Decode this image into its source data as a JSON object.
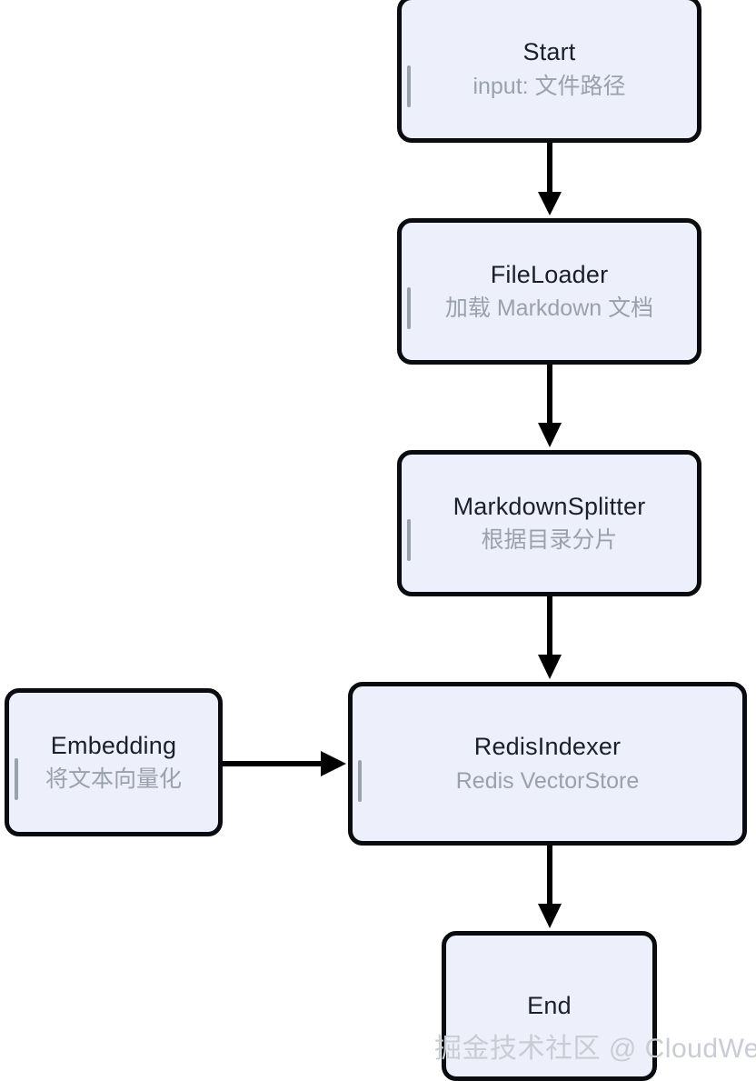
{
  "diagram": {
    "type": "flowchart",
    "direction": "top-to-bottom",
    "background_color": "#ffffff",
    "node_fill_color": "#edf0fa",
    "node_border_color": "#0b0c10",
    "subtitle_color": "#9aa1ab",
    "title_color": "#1b1f2a",
    "nodes": [
      {
        "id": "start",
        "title": "Start",
        "subtitle": "input: 文件路径"
      },
      {
        "id": "file-loader",
        "title": "FileLoader",
        "subtitle": "加载 Markdown 文档"
      },
      {
        "id": "markdown-splitter",
        "title": "MarkdownSplitter",
        "subtitle": "根据目录分片"
      },
      {
        "id": "embedding",
        "title": "Embedding",
        "subtitle": "将文本向量化"
      },
      {
        "id": "redis-indexer",
        "title": "RedisIndexer",
        "subtitle": "Redis VectorStore"
      },
      {
        "id": "end",
        "title": "End",
        "subtitle": ""
      }
    ],
    "edges": [
      {
        "from": "start",
        "to": "file-loader",
        "orientation": "vertical"
      },
      {
        "from": "file-loader",
        "to": "markdown-splitter",
        "orientation": "vertical"
      },
      {
        "from": "markdown-splitter",
        "to": "redis-indexer",
        "orientation": "vertical"
      },
      {
        "from": "embedding",
        "to": "redis-indexer",
        "orientation": "horizontal"
      },
      {
        "from": "redis-indexer",
        "to": "end",
        "orientation": "vertical"
      }
    ]
  },
  "watermark": {
    "text": "掘金技术社区 @ CloudWeGo",
    "color": "#c9ccd4"
  }
}
